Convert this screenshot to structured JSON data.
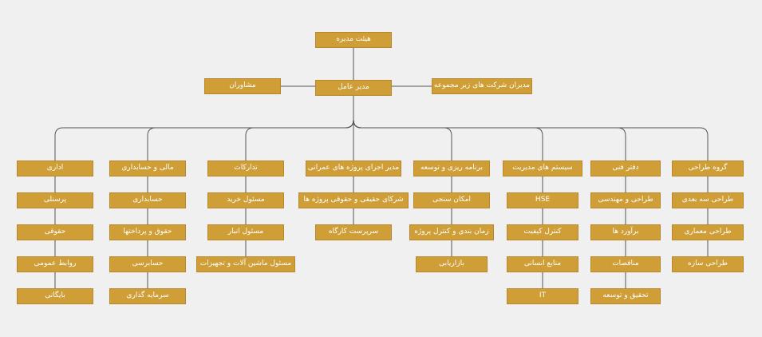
{
  "diagram": {
    "board": "هیئت مدیره",
    "ceo": "مدیر عامل",
    "advisors": "مشاوران",
    "subsidiaries": "مدیران شرکت های زیر مجموعه",
    "departments": [
      {
        "title": "اداری",
        "items": [
          "پرسنلی",
          "حقوقی",
          "روابط عمومی",
          "بایگانی"
        ]
      },
      {
        "title": "مالی و حسابداری",
        "items": [
          "حسابداری",
          "حقوق و پرداختها",
          "حسابرسی",
          "سرمایه گذاری"
        ]
      },
      {
        "title": "تدارکات",
        "items": [
          "مسئول خرید",
          "مسئول انبار",
          "مسئول ماشین آلات و تجهیزات"
        ]
      },
      {
        "title": "مدیر اجرای پروژه های عمرانی",
        "items": [
          "شرکای حقیقی و حقوقی پروژه ها",
          "سرپرست کارگاه"
        ]
      },
      {
        "title": "برنامه ریزی و توسعه",
        "items": [
          "امکان سنجی",
          "زمان بندی و کنترل پروژه",
          "بازاریابی"
        ]
      },
      {
        "title": "سیستم های مدیریت",
        "items": [
          "HSE",
          "کنترل کیفیت",
          "منابع انسانی",
          "IT"
        ]
      },
      {
        "title": "دفتر فنی",
        "items": [
          "طراحی و مهندسی",
          "برآورد ها",
          "مناقصات",
          "تحقیق و توسعه"
        ]
      },
      {
        "title": "گروه طراحی",
        "items": [
          "طراحی سه بعدی",
          "طراحی معماری",
          "طراحی سازه"
        ]
      }
    ]
  },
  "colors": {
    "node_fill": "#cf9e37",
    "node_text": "#ffffff",
    "line": "#555555",
    "background": "#f0f0f0"
  }
}
